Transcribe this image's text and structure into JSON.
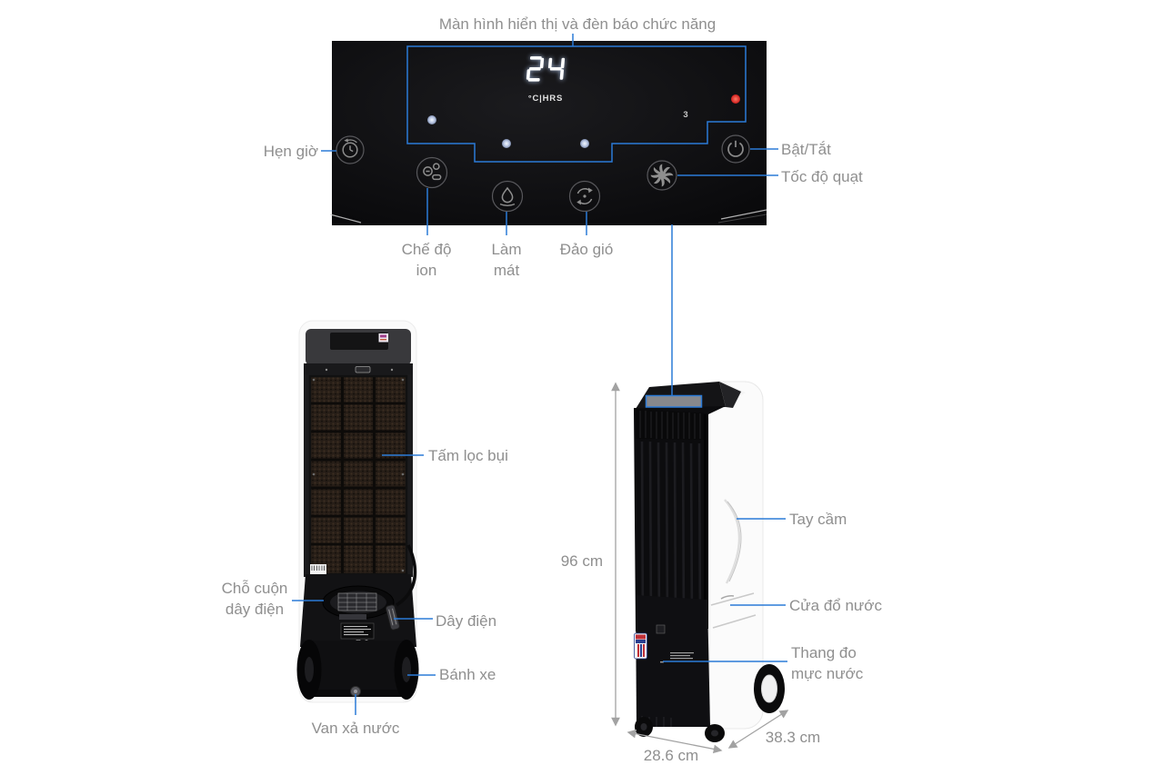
{
  "product": {
    "type": "air-cooler-diagram",
    "views": [
      "control-panel",
      "back-view",
      "front-view"
    ]
  },
  "colors": {
    "callout_blue": "#2b7bd7",
    "label_gray": "#8f8f8f",
    "dimension_gray": "#a2a2a2",
    "panel_black": "#0e0e10",
    "indicator_red": "#d81f1f",
    "indicator_blue_led": "#b9c6e2"
  },
  "control_panel": {
    "display_value": "24",
    "display_units": "°C|HRS",
    "fan_level": "3"
  },
  "annotations": {
    "screen": "Màn hình hiển thị và đèn báo chức năng",
    "timer": "Hẹn giờ",
    "power": "Bật/Tắt",
    "fan_speed": "Tốc độ quạt",
    "ion": "Chế độ\nion",
    "cool": "Làm\nmát",
    "swing": "Đảo gió",
    "filter": "Tấm lọc bụi",
    "cord_wrap": "Chỗ cuộn\ndây điện",
    "cord": "Dây điện",
    "wheel": "Bánh xe",
    "drain": "Van xả nước",
    "handle": "Tay cầm",
    "water_door": "Cửa đổ nước",
    "water_gauge": "Thang đo\nmực nước"
  },
  "dimensions": {
    "height": "96 cm",
    "width": "28.6 cm",
    "depth": "38.3 cm"
  }
}
